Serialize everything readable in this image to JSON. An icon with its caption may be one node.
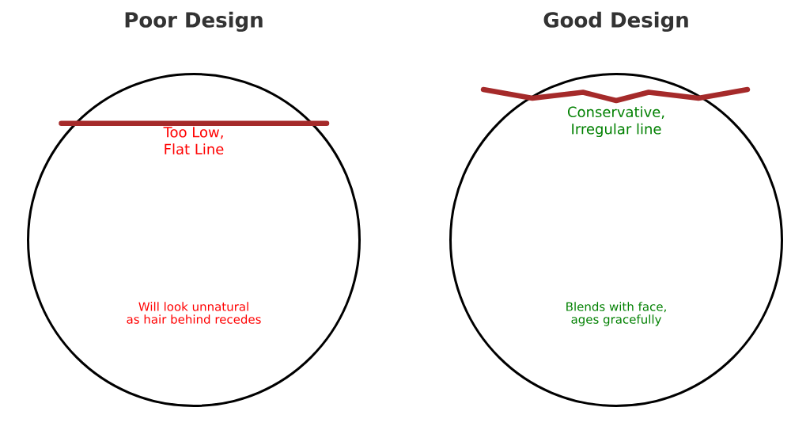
{
  "diagram": {
    "nodes": [
      {
        "text": [
          "Poor Design",
          "Too Low, Flat Line",
          "Will look unnatural as hair behind recedes"
        ]
      },
      {
        "text": [
          "Good Design",
          "Conservative, Irregular line",
          "Blends with face, ages gracefully"
        ]
      }
    ]
  }
}
